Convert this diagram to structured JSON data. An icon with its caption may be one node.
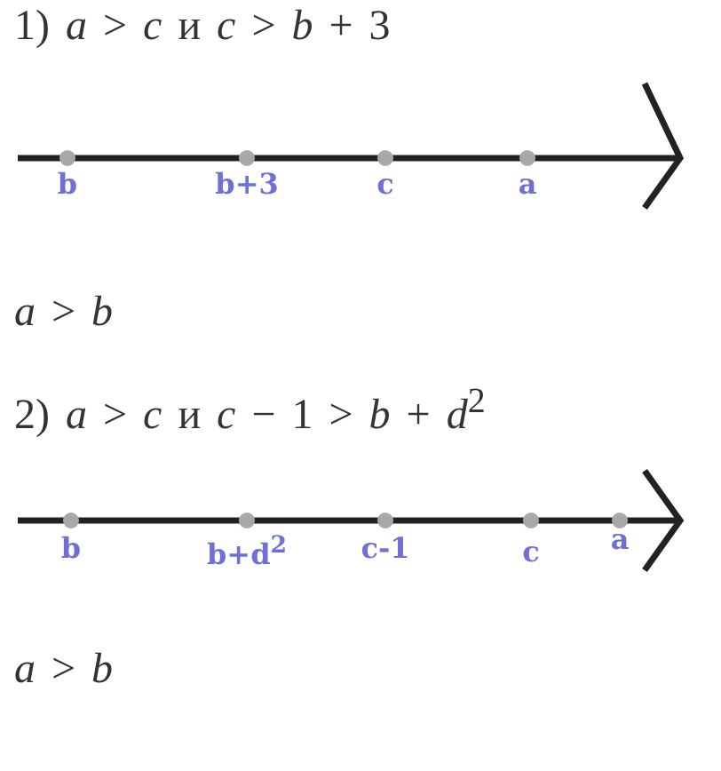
{
  "diagram": {
    "labels": [
      "1) *a* > *c* и *c* > *b* + 3",
      "b",
      "b+3",
      "c",
      "a",
      "*a* > *b*",
      "2) *a* > *c* и *c* − 1 > *b* + *d*$^{2}$",
      "b",
      "b+d$^{2}$",
      "c-1",
      "c",
      "a",
      "*a* > *b*"
    ]
  }
}
